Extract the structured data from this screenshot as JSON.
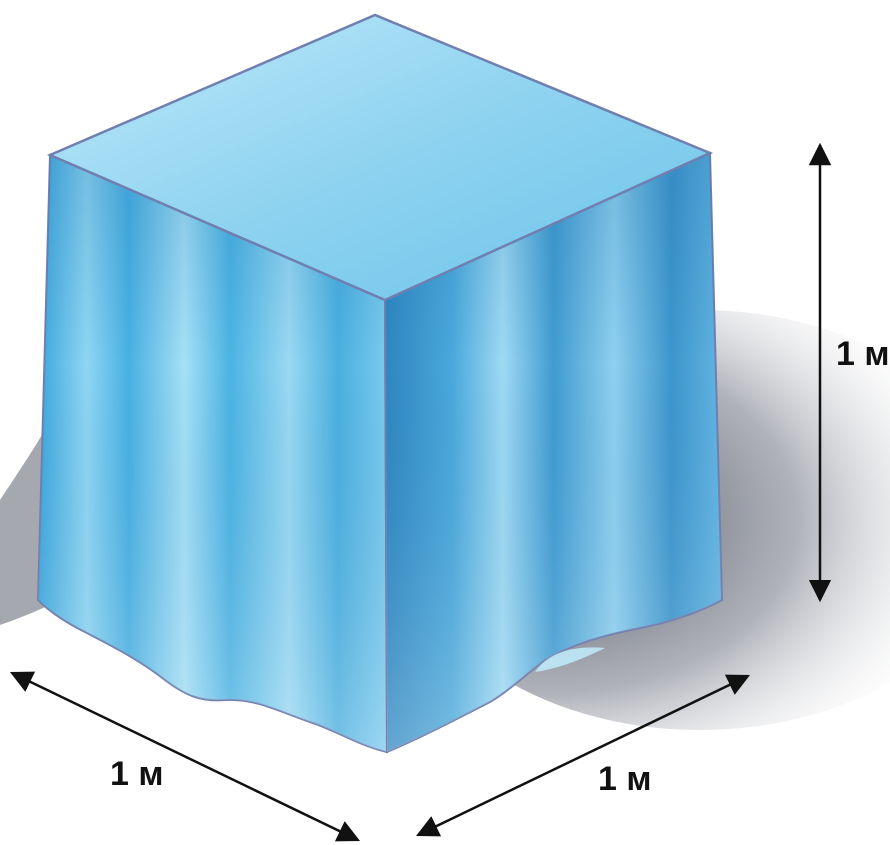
{
  "diagram": {
    "dimensions": {
      "height_label": "1 м",
      "depth_label": "1 м",
      "width_label": "1 м"
    },
    "colors": {
      "cube_top": "#8fd3f0",
      "cube_front": "#4fb7e6",
      "cube_side": "#3a98cf",
      "edge": "#6f7fb0",
      "arrow": "#111111",
      "shadow": "#5a5f6a"
    }
  }
}
